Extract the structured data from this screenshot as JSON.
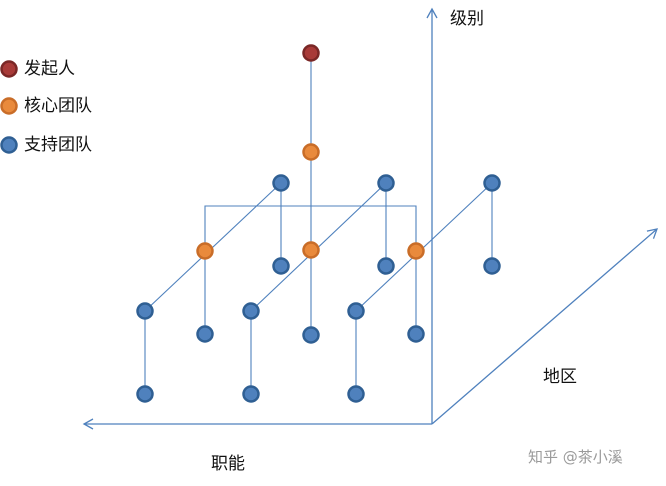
{
  "legend": {
    "founder": "发起人",
    "core_team": "核心团队",
    "support_team": "支持团队"
  },
  "axes": {
    "level": "级别",
    "region": "地区",
    "function": "职能"
  },
  "watermark": "知乎 @茶小溪",
  "colors": {
    "founder": "#a83a38",
    "core_team": "#e98a3c",
    "support_team": "#4f81bd",
    "line": "#4f81bd"
  }
}
